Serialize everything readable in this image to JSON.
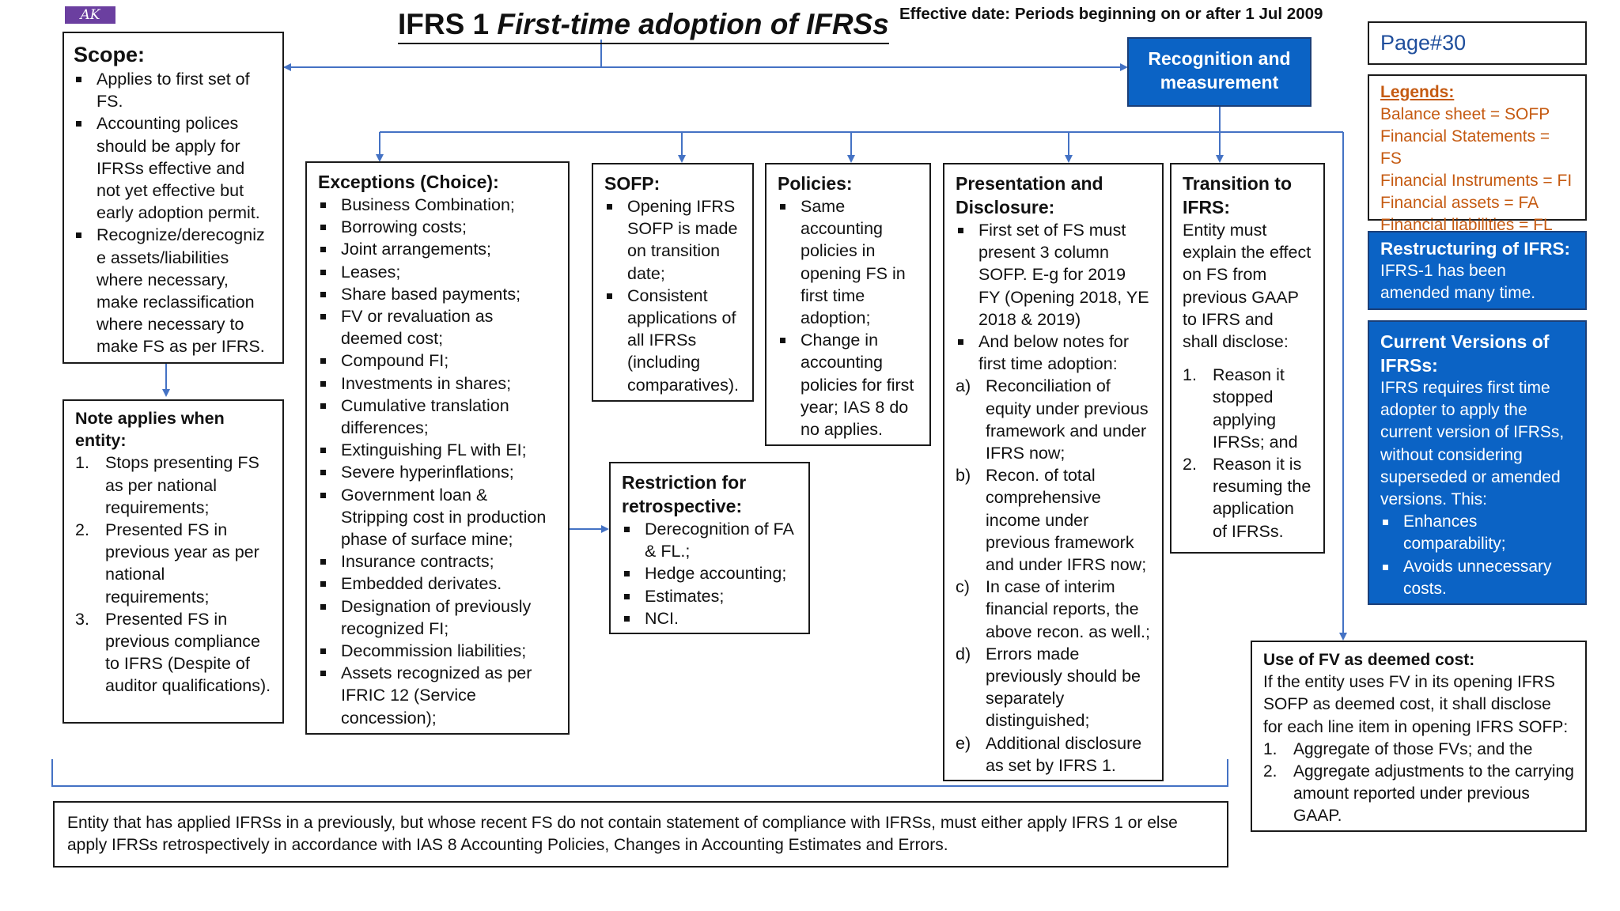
{
  "logo": "AK",
  "title": {
    "main": "IFRS 1 ",
    "italic": "First-time adoption of IFRSs"
  },
  "effective_date": "Effective date: Periods beginning on or after 1 Jul 2009",
  "recognition": "Recognition and measurement",
  "page": "Page#30",
  "scope": {
    "heading": "Scope:",
    "items": [
      "Applies to first set of FS.",
      "Accounting polices should be apply for IFRSs effective and not yet effective but early adoption permit.",
      "Recognize/derecogniz e assets/liabilities where necessary, make reclassification where necessary to make FS as per IFRS."
    ]
  },
  "note": {
    "heading": "Note applies when entity:",
    "items": [
      "Stops presenting FS as per national requirements;",
      "Presented FS in previous year as per national requirements;",
      "Presented FS in previous compliance to IFRS (Despite of auditor qualifications)."
    ]
  },
  "exceptions": {
    "heading": "Exceptions (Choice):",
    "items": [
      "Business Combination;",
      "Borrowing costs;",
      "Joint arrangements;",
      "Leases;",
      "Share based payments;",
      "FV or revaluation as deemed cost;",
      "Compound FI;",
      "Investments in shares;",
      "Cumulative translation differences;",
      "Extinguishing FL with EI;",
      "Severe hyperinflations;",
      "Government loan & Stripping cost in production phase of surface mine;",
      "Insurance contracts;",
      "Embedded derivates.",
      "Designation of previously recognized FI;",
      "Decommission liabilities;",
      "Assets recognized as per IFRIC 12 (Service concession);"
    ]
  },
  "sofp": {
    "heading": "SOFP:",
    "items": [
      "Opening IFRS SOFP is made on transition date;",
      "Consistent applications of all IFRSs (including comparatives)."
    ]
  },
  "policies": {
    "heading": "Policies:",
    "items": [
      "Same accounting policies in opening FS in first time adoption;",
      "Change in accounting policies for first year; IAS 8 do no applies."
    ]
  },
  "restriction": {
    "heading": "Restriction for retrospective:",
    "items": [
      "Derecognition of FA & FL.;",
      "Hedge accounting;",
      "Estimates;",
      "NCI."
    ]
  },
  "presentation": {
    "heading": "Presentation and Disclosure:",
    "items": [
      "First set of FS must present 3 column SOFP. E-g for 2019 FY (Opening 2018, YE 2018 & 2019)",
      "And below notes for first time adoption:"
    ],
    "subitems": [
      {
        "marker": "a)",
        "text": "Reconciliation of equity under previous framework and under IFRS now;"
      },
      {
        "marker": "b)",
        "text": "Recon. of total comprehensive income under previous framework and under IFRS now;"
      },
      {
        "marker": "c)",
        "text": "In case of interim financial reports, the above recon. as well.;"
      },
      {
        "marker": "d)",
        "text": "Errors made previously should be separately distinguished;"
      },
      {
        "marker": "e)",
        "text": "Additional disclosure as set by IFRS 1."
      }
    ]
  },
  "transition": {
    "heading": "Transition to IFRS:",
    "text": "Entity must explain the effect on FS from previous GAAP to IFRS and shall disclose:",
    "items": [
      {
        "marker": "1.",
        "text": "Reason it stopped applying IFRSs; and"
      },
      {
        "marker": "2.",
        "text": "Reason it is resuming the application of IFRSs."
      }
    ]
  },
  "legends": {
    "heading": "Legends:",
    "items": [
      "Balance sheet = SOFP",
      "Financial Statements = FS",
      "Financial Instruments = FI",
      "Financial assets = FA",
      "Financial liabilities = FL"
    ]
  },
  "restructuring": {
    "heading": "Restructuring of IFRS:",
    "text": "IFRS-1 has been amended many time."
  },
  "current_versions": {
    "heading": "Current Versions of IFRSs:",
    "text": "IFRS requires first time adopter to apply the current version of IFRSs, without considering superseded or amended versions. This:",
    "items": [
      "Enhances comparability;",
      "Avoids unnecessary costs."
    ]
  },
  "fv": {
    "heading": "Use of FV as deemed cost:",
    "text": "If the entity uses FV in its opening IFRS SOFP as deemed cost, it shall disclose for each line item in opening IFRS SOFP:",
    "items": [
      {
        "marker": "1.",
        "text": "Aggregate of those FVs; and the"
      },
      {
        "marker": "2.",
        "text": "Aggregate adjustments to the carrying amount reported under previous GAAP."
      }
    ]
  },
  "footer": "Entity that has applied IFRSs in a previously, but whose recent FS do not contain statement of compliance with IFRSs, must either apply IFRS 1 or else apply IFRSs retrospectively in accordance with IAS 8 Accounting Policies, Changes in Accounting Estimates and Errors.",
  "colors": {
    "blue_box": "#0b63c5",
    "arrow": "#4472c4",
    "legend_text": "#c55a11",
    "title_purple": "#6b3fa0"
  }
}
